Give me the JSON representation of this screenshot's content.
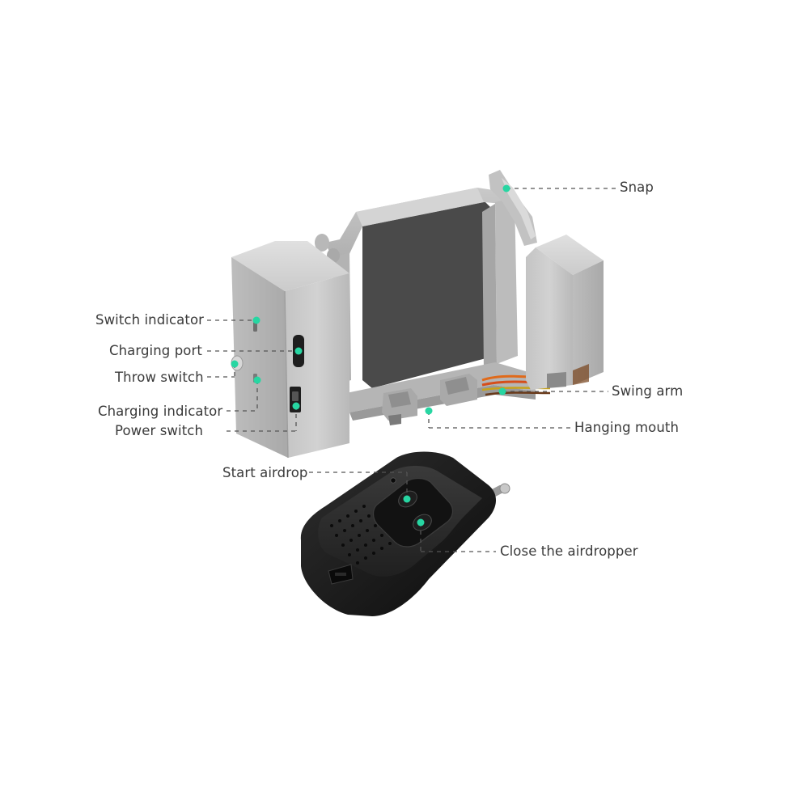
{
  "colors": {
    "background": "#ffffff",
    "marker": "#27d6a2",
    "housing": "#c9c9c9",
    "remote": "#1c1c1c",
    "label_text": "#3a3a3a"
  },
  "callouts": [
    {
      "id": "snap",
      "label": "Snap"
    },
    {
      "id": "switch-indicator",
      "label": "Switch indicator"
    },
    {
      "id": "charging-port",
      "label": "Charging port"
    },
    {
      "id": "throw-switch",
      "label": "Throw switch"
    },
    {
      "id": "charging-indicator",
      "label": "Charging indicator"
    },
    {
      "id": "power-switch",
      "label": "Power switch"
    },
    {
      "id": "swing-arm",
      "label": "Swing arm"
    },
    {
      "id": "hanging-mouth",
      "label": "Hanging mouth"
    },
    {
      "id": "start-airdrop",
      "label": "Start airdrop"
    },
    {
      "id": "close-the-airdropper",
      "label": "Close the airdropper"
    }
  ]
}
